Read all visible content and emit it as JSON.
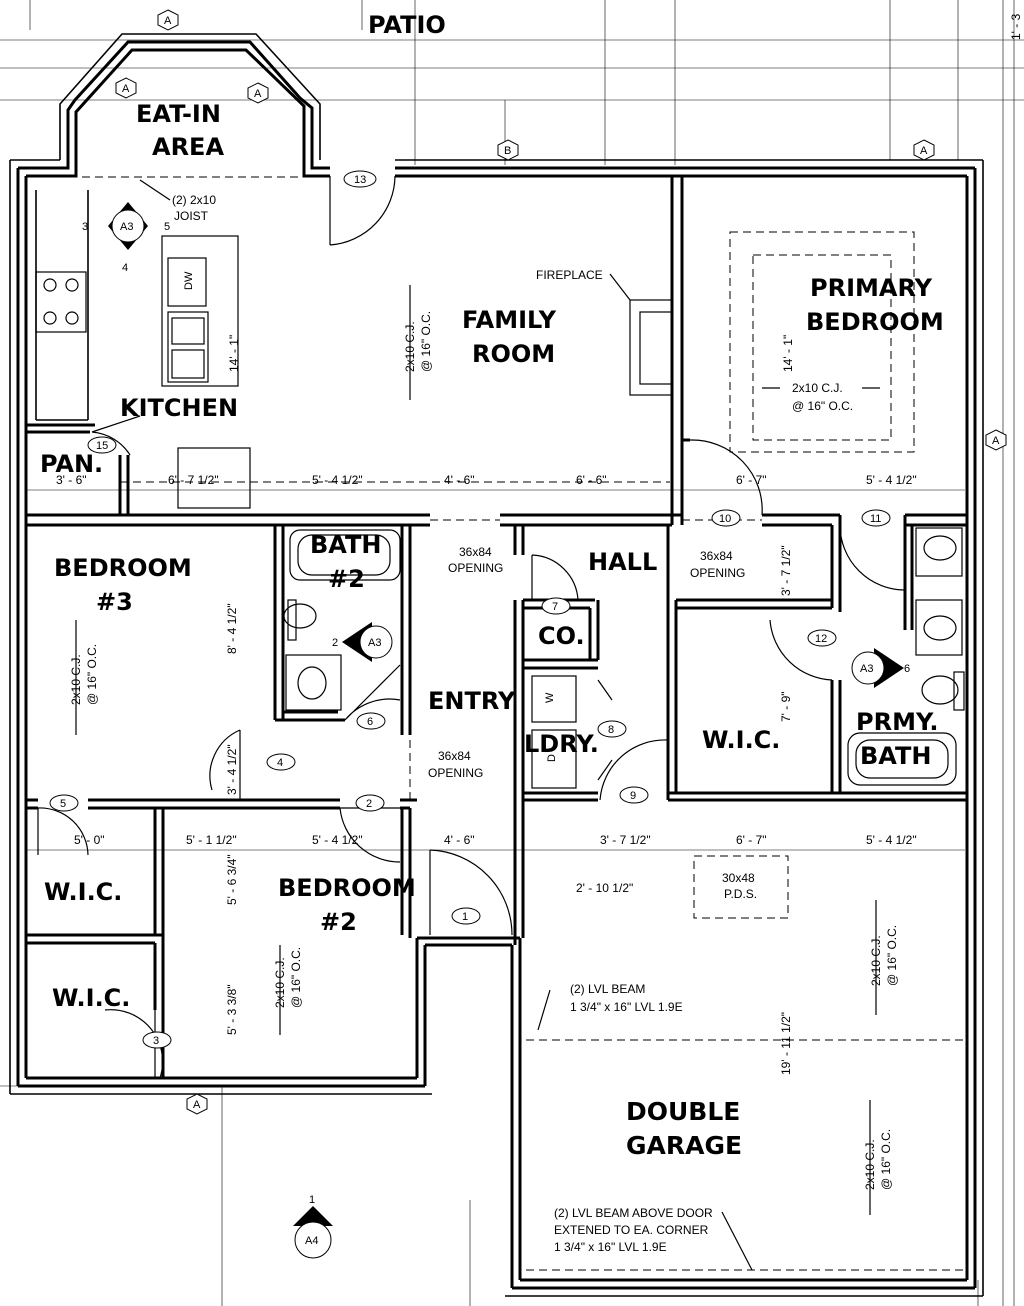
{
  "rooms": {
    "patio": "PATIO",
    "eat_in_1": "EAT-IN",
    "eat_in_2": "AREA",
    "kitchen": "KITCHEN",
    "pantry": "PAN.",
    "family_1": "FAMILY",
    "family_2": "ROOM",
    "primary_1": "PRIMARY",
    "primary_2": "BEDROOM",
    "bedroom3_1": "BEDROOM",
    "bedroom3_2": "#3",
    "bath2_1": "BATH",
    "bath2_2": "#2",
    "hall": "HALL",
    "entry": "ENTRY",
    "closet": "CO.",
    "laundry": "LDRY.",
    "wic_primary": "W.I.C.",
    "prmy_bath_1": "PRMY.",
    "prmy_bath_2": "BATH",
    "bedroom2_1": "BEDROOM",
    "bedroom2_2": "#2",
    "wic_1": "W.I.C.",
    "wic_2": "W.I.C.",
    "garage_1": "DOUBLE",
    "garage_2": "GARAGE"
  },
  "notes": {
    "joist_1": "(2) 2x10",
    "joist_2": "JOIST",
    "fireplace": "FIREPLACE",
    "cj_1": "2x10 C.J.",
    "cj_2": "@ 16\" O.C.",
    "opening_36x84": "36x84",
    "opening": "OPENING",
    "pds_1": "30x48",
    "pds_2": "P.D.S.",
    "lvl_1": "(2) LVL BEAM",
    "lvl_2": "1 3/4\" x 16\" LVL 1.9E",
    "lvl_door_1": "(2) LVL BEAM ABOVE DOOR",
    "lvl_door_2": "EXTENED TO EA. CORNER",
    "lvl_door_3": "1 3/4\" x 16\" LVL 1.9E",
    "dw": "DW",
    "washer": "W",
    "dryer": "D",
    "corner_ref": "1' - 3"
  },
  "dimensions": {
    "d_3_6": "3' - 6\"",
    "d_6_7_5": "6' - 7 1/2\"",
    "d_5_4_5": "5' - 4 1/2\"",
    "d_4_6": "4' - 6\"",
    "d_6_6": "6' - 6\"",
    "d_6_7": "6' - 7\"",
    "d_5_0": "5' - 0\"",
    "d_5_1_5": "5' - 1 1/2\"",
    "d_3_7_5": "3' - 7 1/2\"",
    "d_2_10_5": "2' - 10 1/2\"",
    "d_14_1": "14' - 1\"",
    "d_8_4_5": "8' - 4 1/2\"",
    "d_3_4_5": "3' - 4 1/2\"",
    "d_5_6_75": "5' - 6 3/4\"",
    "d_5_3_38": "5' - 3 3/8\"",
    "d_7_9": "7' - 9\"",
    "d_19_11_5": "19' - 11 1/2\""
  },
  "door_tags": [
    "1",
    "2",
    "3",
    "4",
    "5",
    "6",
    "7",
    "8",
    "9",
    "10",
    "11",
    "12",
    "13",
    "15"
  ],
  "section_markers": {
    "a3": "A3",
    "a4": "A4",
    "three": "3",
    "four": "4",
    "five": "5",
    "two": "2",
    "six": "6",
    "one": "1"
  },
  "grid_tags": {
    "a": "A",
    "b": "B"
  }
}
